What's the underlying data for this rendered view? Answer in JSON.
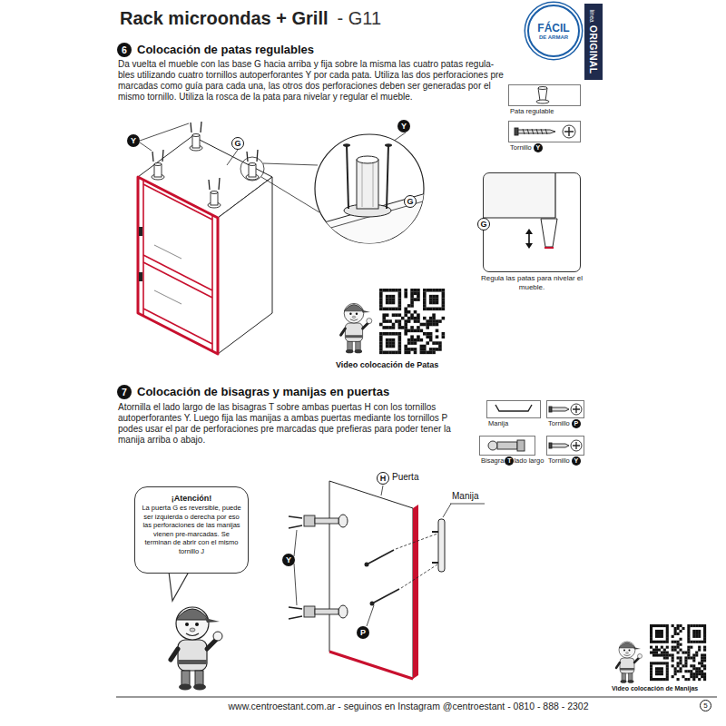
{
  "diagram": {
    "title": "Rack microondas + Grill",
    "nodes": [
      {
        "text": [
          "FÁCIL",
          "DE ARMAR"
        ]
      },
      {
        "text": [
          "línea",
          "ORIGINAL"
        ]
      },
      {
        "text": [
          "Pata regulable"
        ]
      },
      {
        "text": [
          "Tornillo"
        ]
      },
      {
        "text": [
          "Regula las patas para nivelar el mueble."
        ]
      },
      {
        "text": [
          "Manija"
        ]
      },
      {
        "text": [
          "Tornillo"
        ]
      },
      {
        "text": [
          "Bisagra",
          "lado largo"
        ]
      },
      {
        "text": [
          "Tornillo"
        ]
      },
      {
        "text": [
          "¡Atención!",
          "La puerta G es reversible, puede ser izquierda o derecha por eso las perforaciones de las manijas vienen pre-marcadas. Se terminan de abrir con el mismo tornillo J"
        ]
      }
    ],
    "labels": [
      "- G11",
      "6",
      "Colocación de patas regulables",
      "Da vuelta el mueble con las base G hacia arriba y fija sobre la misma las cuatro patas regula- bles utilizando cuatro tornillos autoperforantes Y por cada pata. Utiliza las dos perforaciones pre marcadas como guía para cada una, las otros dos perforaciones deben ser generadas por el mismo tornillo. Utiliza la rosca de la pata para nivelar y regular el mueble.",
      "Y",
      "G",
      "Y",
      "G",
      "G",
      "Y",
      "Video colocación de Patas",
      "7",
      "Colocación de bisagras y manijas en puertas",
      "Atornilla el lado largo de las bisagras T sobre ambas puertas H con los tornillos autoperforantes Y. Luego fija las manijas a ambas puertas mediante los tornillos P podes usar el par de perforaciones pre marcadas que prefieras para poder tener la manija arriba o abajo.",
      "P",
      "T",
      "Y",
      "H",
      "Puerta",
      "Manija",
      "Y",
      "P",
      "Video colocación de Manijas",
      "www.centroestant.com.ar - seguinos en Instagram @centroestant - 0810 - 888 - 2302",
      "5"
    ]
  }
}
